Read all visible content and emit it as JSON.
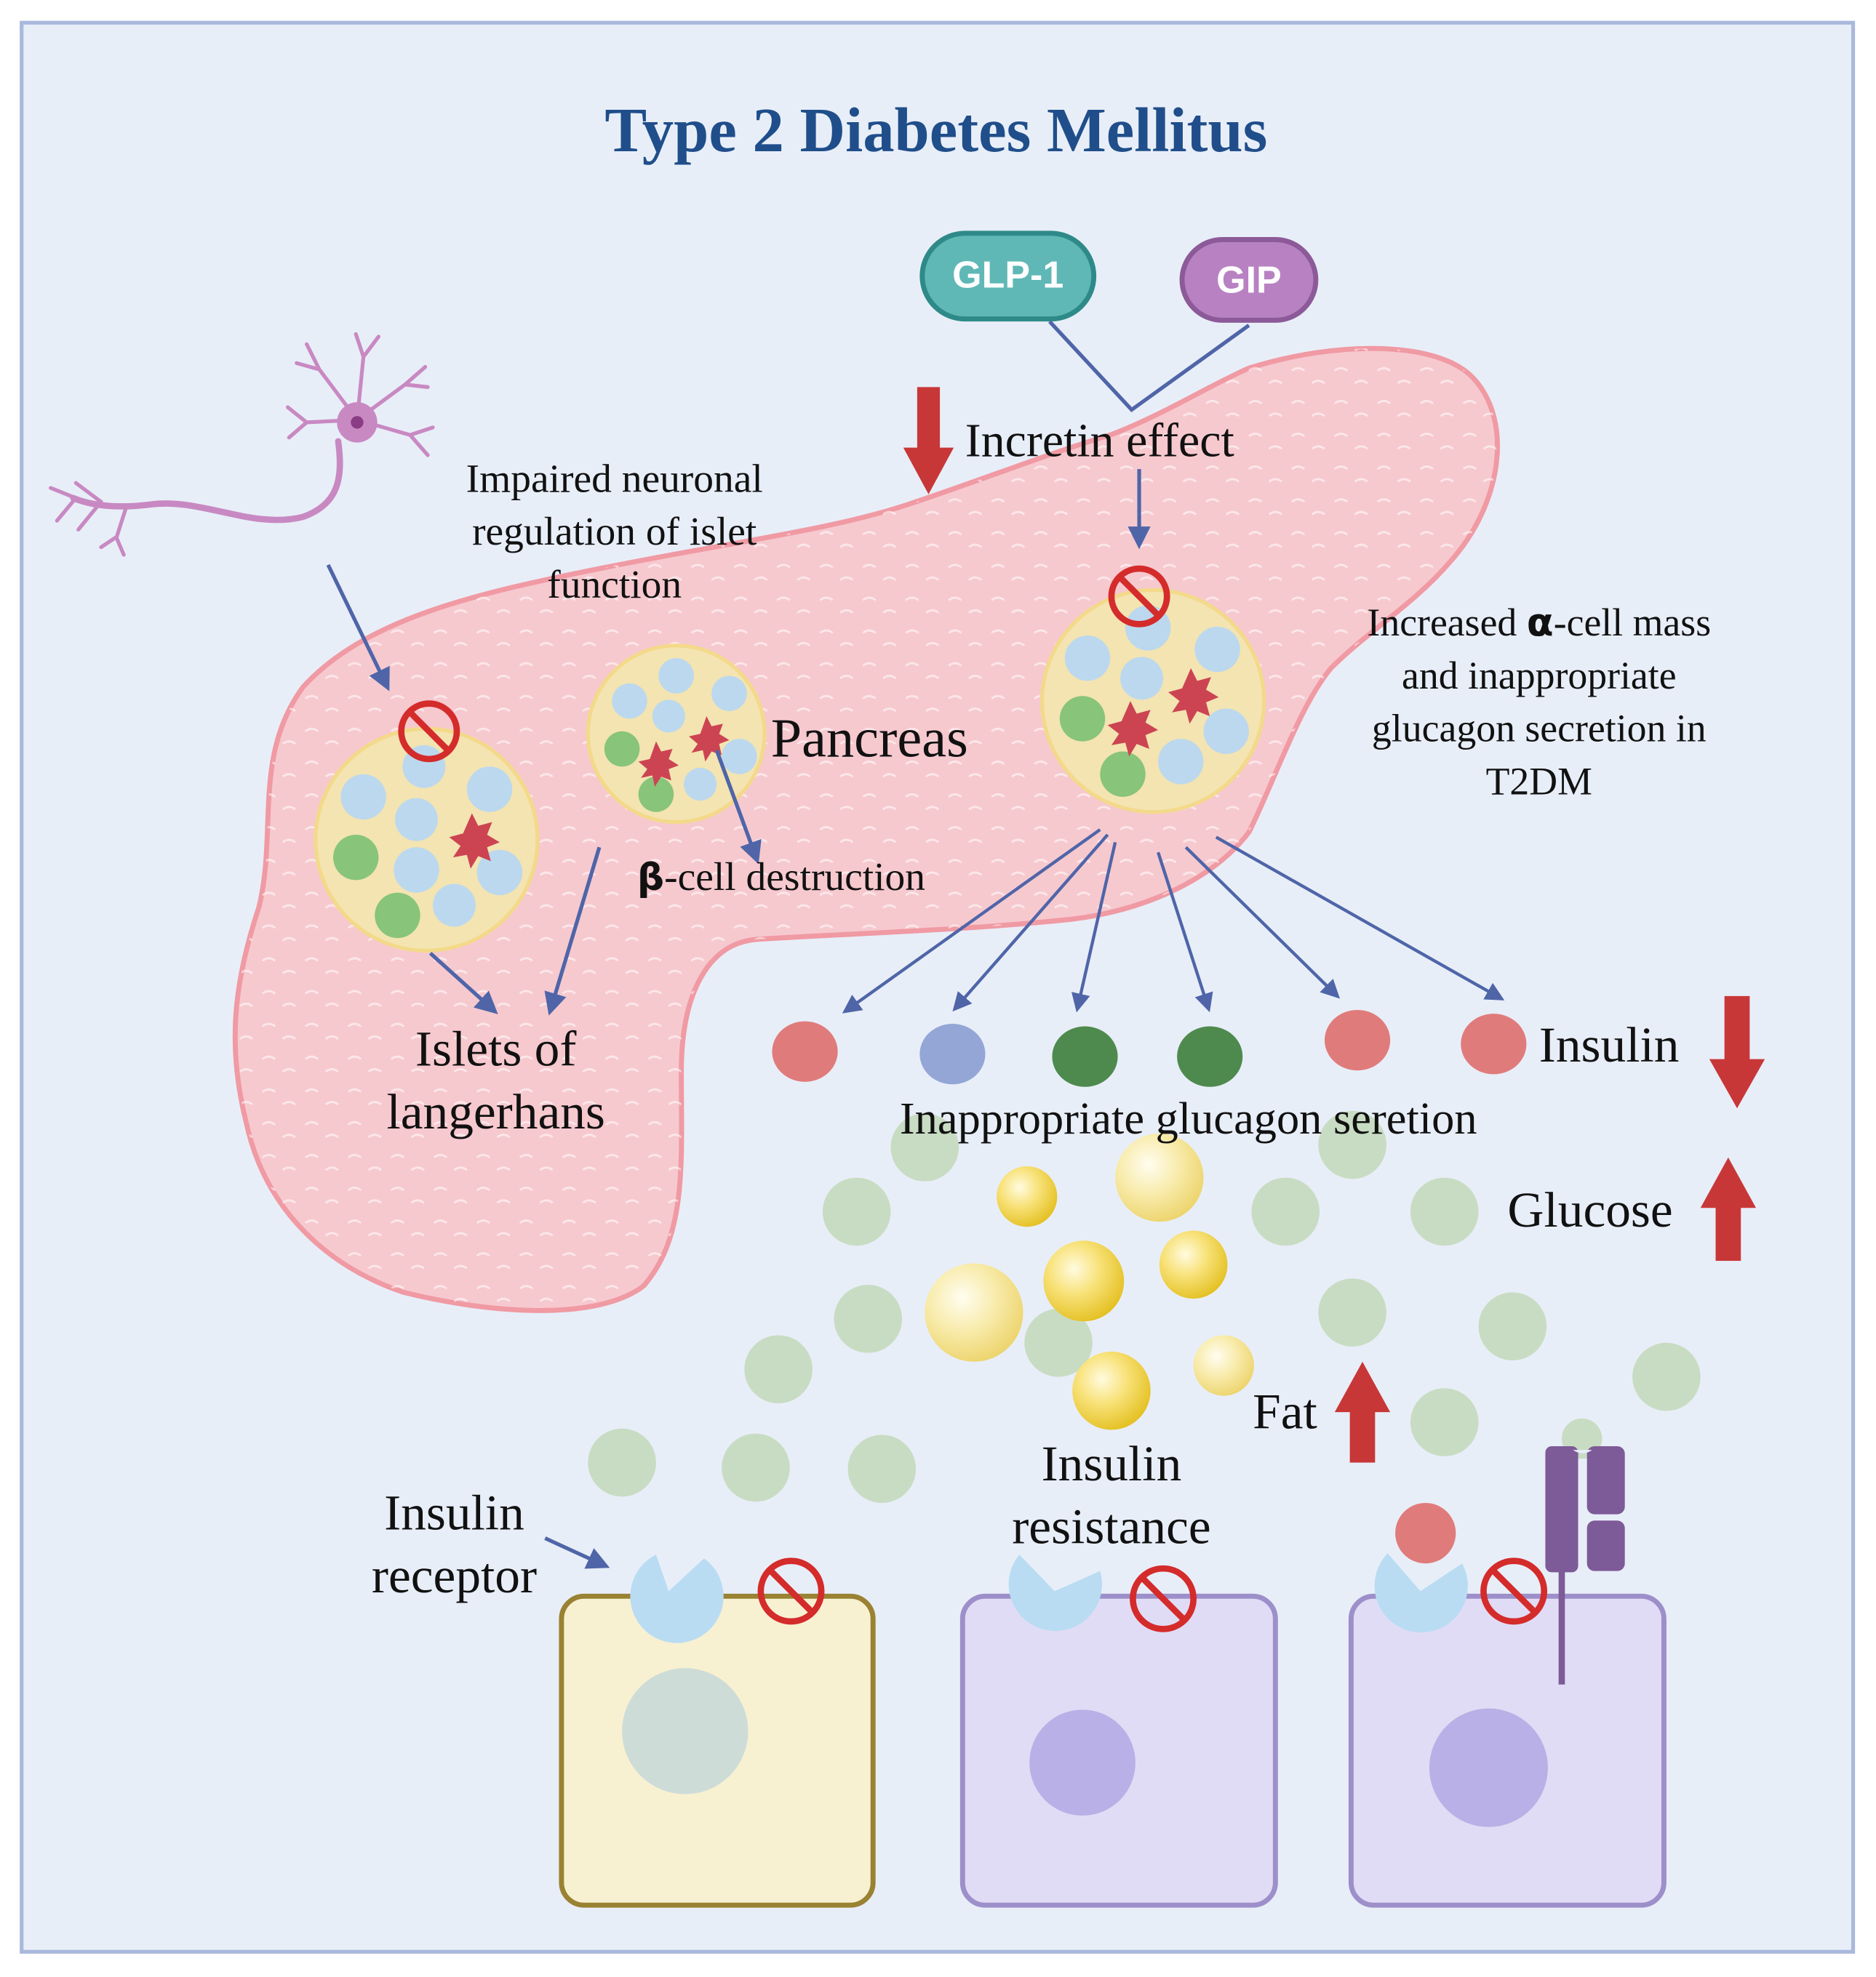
{
  "title": "Type 2 Diabetes Mellitus",
  "incretins": {
    "glp1": "GLP-1",
    "gip": "GIP"
  },
  "labels": {
    "incretin_effect": "Incretin effect",
    "neuronal": [
      "Impaired neuronal",
      "regulation of islet",
      "function"
    ],
    "pancreas": "Pancreas",
    "beta_symbol": "β",
    "beta_text": "-cell destruction",
    "alpha_lines": [
      {
        "pre": "Increased ",
        "sym": "α",
        "post": "-cell mass"
      },
      {
        "pre": "and inappropriate",
        "sym": "",
        "post": ""
      },
      {
        "pre": "glucagon secretion in",
        "sym": "",
        "post": ""
      },
      {
        "pre": "T2DM",
        "sym": "",
        "post": ""
      }
    ],
    "islets": [
      "Islets of",
      "langerhans"
    ],
    "inappropriate_glucagon": "Inappropriate glucagon seretion",
    "insulin": "Insulin",
    "glucose": "Glucose",
    "fat": "Fat",
    "insulin_receptor": [
      "Insulin",
      "receptor"
    ],
    "insulin_resistance": [
      "Insulin",
      "resistance"
    ]
  },
  "trends": {
    "incretin_effect": "down",
    "insulin": "down",
    "glucose": "up",
    "fat": "up"
  },
  "icons": [
    "neuron-icon",
    "no-entry-icon",
    "arrow-up-icon",
    "arrow-down-icon",
    "insulin-receptor-icon",
    "glut-transporter-icon"
  ],
  "colors": {
    "background": "#e8eef8",
    "frame": "#a9b9dc",
    "title": "#1f4e8a",
    "pancreas_fill": "#f6c9cf",
    "pancreas_edge": "#f09aa4",
    "islet_fill": "#f3e4b1",
    "beta_cell": "#bcd8ee",
    "alpha_cell": "#88c47a",
    "damage": "#cc4452",
    "arrow_blue": "#4f65a8",
    "trend_red": "#c83737",
    "glp1": "#5fb8b6",
    "gip": "#b882c2",
    "neuron": "#c889c2",
    "glucose_dot": "#c8dcc3",
    "fat_droplet": "#f5d63c",
    "cell_yellow": "#f7f1d2",
    "cell_purple": "#e1dcf5",
    "receptor": "#b9dcf2",
    "transporter": "#7d5a98"
  }
}
